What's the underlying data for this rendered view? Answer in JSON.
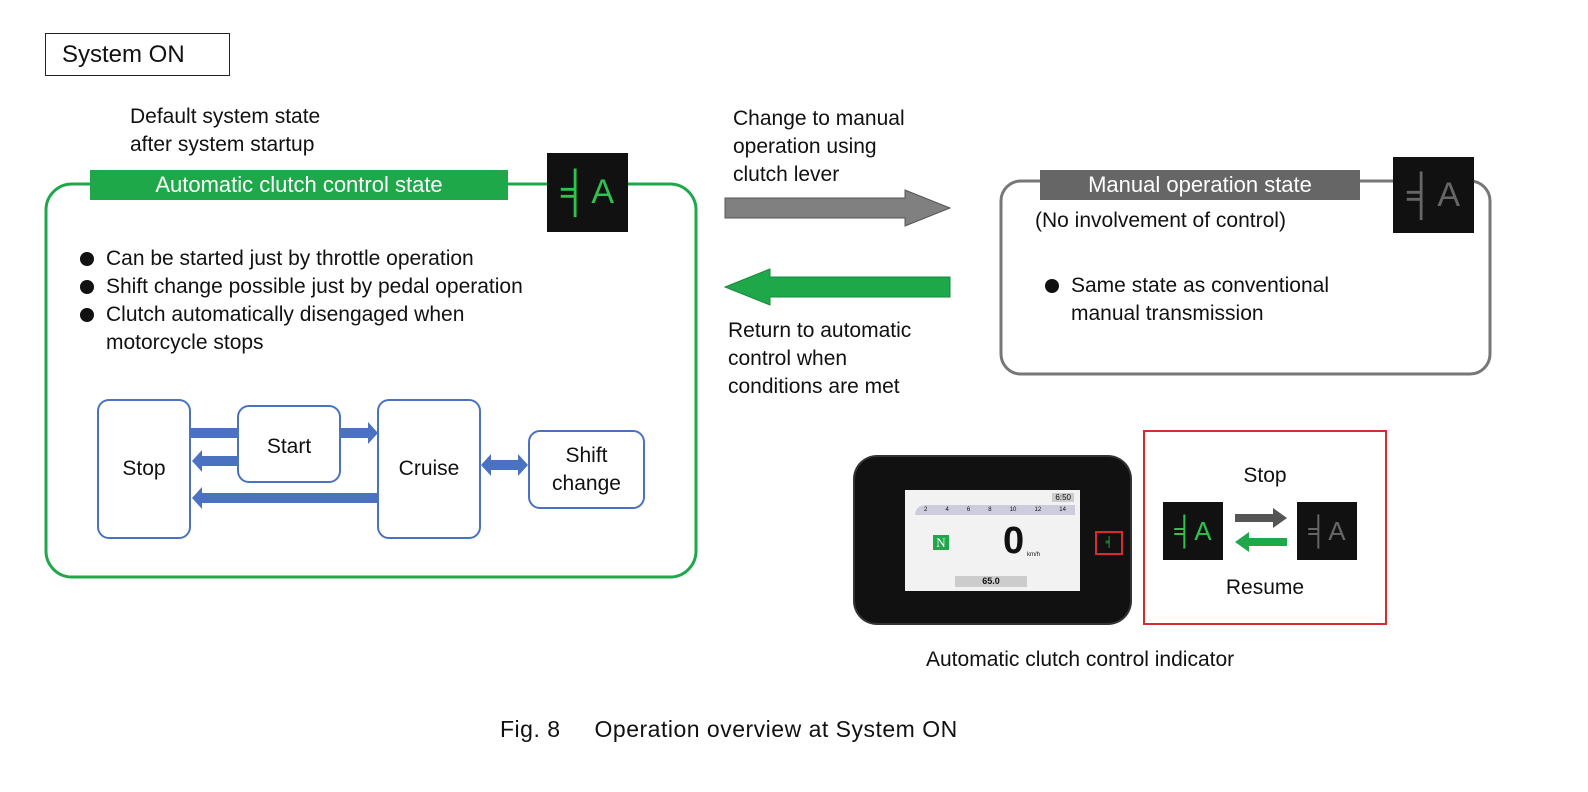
{
  "section_label": "System ON",
  "default_note": [
    "Default system state",
    "after system startup"
  ],
  "auto_state": {
    "title": "Automatic clutch control state",
    "bullets": [
      "Can be started just by throttle operation",
      "Shift change possible just by pedal operation",
      "Clutch automatically disengaged when",
      "motorcycle stops"
    ],
    "flow": {
      "stop": "Stop",
      "start": "Start",
      "cruise": "Cruise",
      "shift": [
        "Shift",
        "change"
      ]
    },
    "icon": "auto-clutch-indicator-on-icon",
    "color": "#1ea84a"
  },
  "to_manual": [
    "Change to manual",
    "operation using",
    "clutch lever"
  ],
  "to_auto": [
    "Return to automatic",
    "control when",
    "conditions are met"
  ],
  "manual_state": {
    "title": "Manual operation state",
    "subtitle": "(No involvement of control)",
    "bullets": [
      "Same state as conventional",
      "manual transmission"
    ],
    "icon": "auto-clutch-indicator-off-icon",
    "color": "#707070"
  },
  "dashboard": {
    "clock": "6:50",
    "gear": "N",
    "speed": "0",
    "speed_unit": "km/h",
    "odo": "65.0",
    "tach_ticks": [
      "2",
      "4",
      "6",
      "8",
      "10",
      "12",
      "14"
    ]
  },
  "indicator_panel": {
    "stop": "Stop",
    "resume": "Resume",
    "border_color": "#d92b2b"
  },
  "indicator_caption": "Automatic clutch control indicator",
  "figure_caption": {
    "number": "Fig. 8",
    "text": "Operation overview at System ON"
  }
}
